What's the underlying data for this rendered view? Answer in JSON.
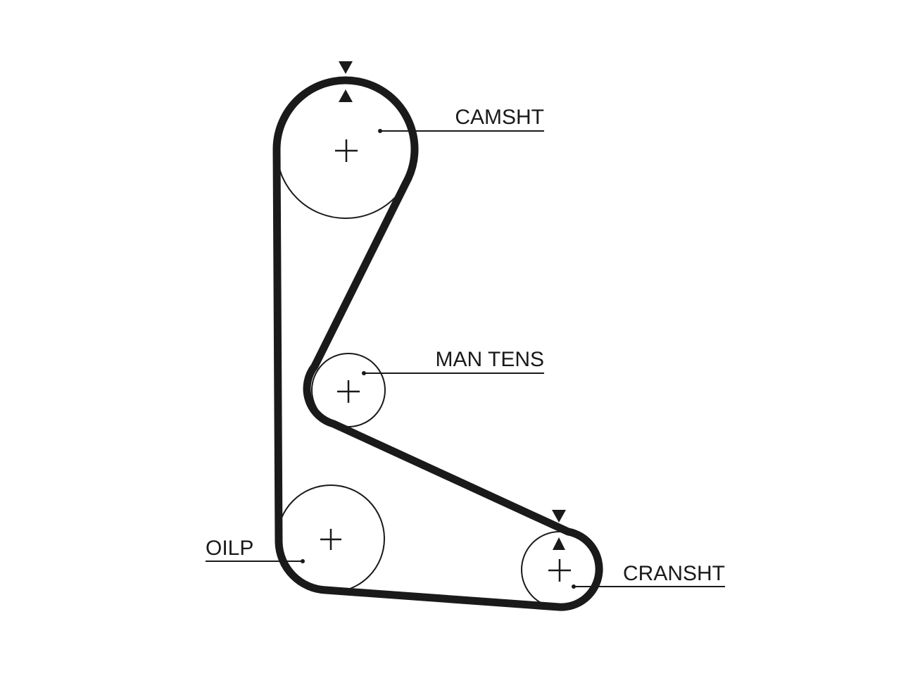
{
  "labels": {
    "camshaft": "CAMSHT",
    "manual_tensioner": "MAN TENS",
    "oil_pump": "OILP",
    "crankshaft": "CRANSHT"
  },
  "colors": {
    "belt": "#1a1a1a",
    "pulley_outline": "#1a1a1a",
    "background": "#ffffff"
  }
}
